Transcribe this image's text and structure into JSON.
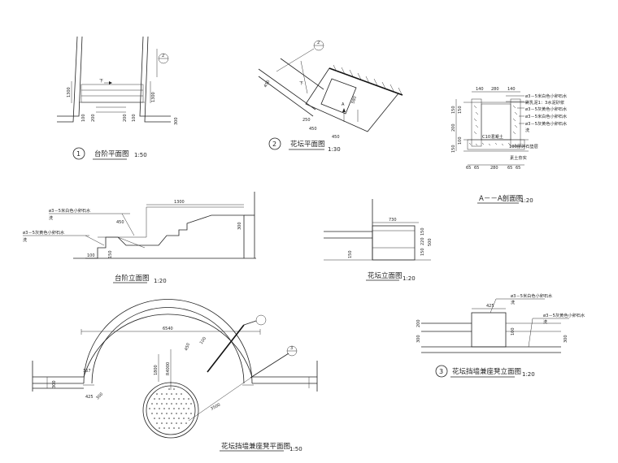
{
  "drawings": {
    "step_plan": {
      "number": "1",
      "title": "台阶平面图",
      "scale": "1:50",
      "down_label": "下",
      "section_mark": "2",
      "dims": [
        "1300",
        "1300",
        "100",
        "200",
        "200",
        "100",
        "300"
      ]
    },
    "planter_plan": {
      "number": "2",
      "title": "花坛平面图",
      "scale": "1:30",
      "down_label": "下",
      "section_mark": "2",
      "dims": [
        "450",
        "250",
        "580",
        "450",
        "450"
      ],
      "arrow_label": "A"
    },
    "section_aa": {
      "title": "A－－A剖面图",
      "scale": "1:20",
      "top_dims": [
        "140",
        "280",
        "140"
      ],
      "bottom_dims": [
        "65",
        "65",
        "280",
        "65",
        "65"
      ],
      "side_dims": [
        "150",
        "150",
        "200",
        "100",
        "150"
      ],
      "notes": [
        "ø3－5米白色小卵石水",
        "刷乳泥1：3水泥砂浆",
        "ø3－5灰黄色小卵石水",
        "ø3－5米白色小卵石水",
        "ø3－5灰黄色小卵石水",
        "洗"
      ],
      "c10_label": "C10混凝土",
      "base_note": "100厚碎石垫层",
      "soil_note": "素土夯实"
    },
    "step_elevation": {
      "title": "台阶立面图",
      "scale": "1:20",
      "notes": [
        "ø3－5米白色小卵石水",
        "洗",
        "ø3－5灰黄色小卵石水",
        "洗"
      ],
      "dims": [
        "1300",
        "450",
        "300",
        "150",
        "100"
      ]
    },
    "planter_elevation": {
      "title": "花坛立面图",
      "scale": "1:20",
      "dims": [
        "730",
        "150",
        "220",
        "150",
        "500",
        "150"
      ]
    },
    "retaining_wall_elevation": {
      "number": "3",
      "title": "花坛挡墙兼座凳立面图",
      "scale": "1:20",
      "notes": [
        "ø3－5米白色小卵石水",
        "洗",
        "ø3－5灰黄色小卵石水",
        "洗"
      ],
      "dims": [
        "425",
        "200",
        "300",
        "100",
        "300"
      ]
    },
    "retaining_wall_plan": {
      "title": "花坛挡墙兼座凳平面图",
      "scale": "1:50",
      "dims": [
        "6540",
        "100",
        "450",
        "1800",
        "R4000",
        "3500",
        "167",
        "425",
        "300",
        "300"
      ],
      "section_mark": "3"
    }
  }
}
